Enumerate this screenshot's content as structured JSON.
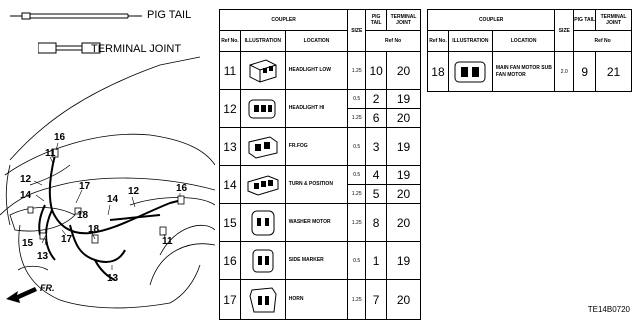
{
  "legend": {
    "pig_tail": "PIG TAIL",
    "terminal_joint": "TERMINAL JOINT"
  },
  "diagram": {
    "callouts": [
      "16",
      "11",
      "12",
      "14",
      "17",
      "18",
      "14",
      "12",
      "16",
      "17",
      "18",
      "15",
      "13",
      "11",
      "13"
    ],
    "direction_label": "FR."
  },
  "headers": {
    "coupler": "COUPLER",
    "ref_no": "Ref No.",
    "illustration": "ILLUSTRATION",
    "location": "LOCATION",
    "size": "SIZE",
    "pig_tail": "PIG TAIL",
    "terminal_joint": "TERMINAL JOINT",
    "ref_no_sub": "Ref No"
  },
  "table1": [
    {
      "ref": "11",
      "location": "HEADLIGHT LOW",
      "rows": [
        {
          "size": "1.25",
          "pig": "10",
          "term": "20"
        }
      ]
    },
    {
      "ref": "12",
      "location": "HEADLIGHT HI",
      "rows": [
        {
          "size": "0.5",
          "pig": "2",
          "term": "19"
        },
        {
          "size": "1.25",
          "pig": "6",
          "term": "20"
        }
      ]
    },
    {
      "ref": "13",
      "location": "FR.FOG",
      "rows": [
        {
          "size": "0.5",
          "pig": "3",
          "term": "19"
        }
      ]
    },
    {
      "ref": "14",
      "location": "TURN & POSITION",
      "rows": [
        {
          "size": "0.5",
          "pig": "4",
          "term": "19"
        },
        {
          "size": "1.25",
          "pig": "5",
          "term": "20"
        }
      ]
    },
    {
      "ref": "15",
      "location": "WASHER MOTOR",
      "rows": [
        {
          "size": "1.25",
          "pig": "8",
          "term": "20"
        }
      ]
    },
    {
      "ref": "16",
      "location": "SIDE MARKER",
      "rows": [
        {
          "size": "0.5",
          "pig": "1",
          "term": "19"
        }
      ]
    },
    {
      "ref": "17",
      "location": "HORN",
      "rows": [
        {
          "size": "1.25",
          "pig": "7",
          "term": "20"
        }
      ]
    }
  ],
  "table2": [
    {
      "ref": "18",
      "location": "MAIN FAN MOTOR SUB FAN MOTOR",
      "rows": [
        {
          "size": "2.0",
          "pig": "9",
          "term": "21"
        }
      ]
    }
  ],
  "part_code": "TE14B0720"
}
